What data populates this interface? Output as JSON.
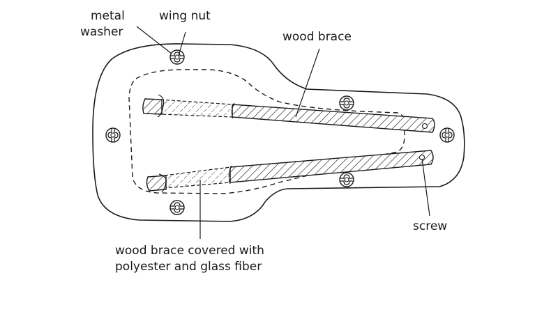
{
  "diagram": {
    "subject": "Seat plate with wood braces",
    "labels": {
      "metal_washer_line1": "metal",
      "metal_washer_line2": "washer",
      "wing_nut": "wing nut",
      "wood_brace": "wood brace",
      "screw": "screw",
      "covered_brace_line1": "wood brace covered with",
      "covered_brace_line2": "polyester and glass fiber"
    },
    "fasteners": [
      "wing-nut-top",
      "wing-nut-left",
      "wing-nut-bottom",
      "wing-nut-mid-upper",
      "wing-nut-mid-lower",
      "wing-nut-right"
    ],
    "colors": {
      "ink": "#1a1a1a",
      "background": "#ffffff"
    }
  }
}
